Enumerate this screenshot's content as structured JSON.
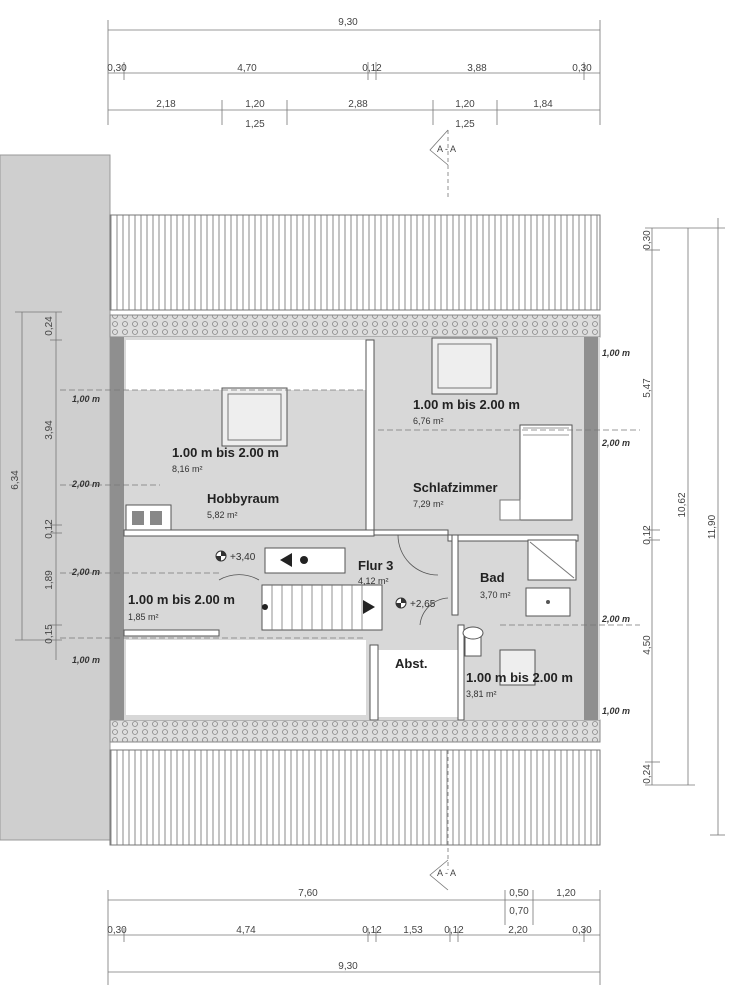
{
  "dimensions": {
    "top_total": "9,30",
    "top_row1": [
      "0,30",
      "4,70",
      "0,12",
      "3,88",
      "0,30"
    ],
    "top_row2": [
      "2,18",
      "1,20",
      "2,88",
      "1,20",
      "1,84"
    ],
    "top_row2_sub": [
      "1,25",
      "1,25"
    ],
    "bottom_row1": [
      "7,60",
      "0,50",
      "1,20"
    ],
    "bottom_row1_sub": "0,70",
    "bottom_row2": [
      "0,30",
      "4,74",
      "0,12",
      "1,53",
      "0,12",
      "2,20",
      "0,30"
    ],
    "bottom_total": "9,30",
    "left_total": "6,34",
    "left_parts": [
      "0,24",
      "3,94",
      "0,12",
      "1,89",
      "0,15"
    ],
    "right_parts": [
      "0,30",
      "5,47",
      "0,12",
      "4,50",
      "0,24"
    ],
    "right_mid": "10,62",
    "right_total": "11,90"
  },
  "height_lines": {
    "left": [
      "1,00 m",
      "2,00 m",
      "2,00 m",
      "1,00 m"
    ],
    "right": [
      "1,00 m",
      "2,00 m",
      "2,00 m",
      "1,00 m"
    ]
  },
  "section_marks": [
    "A - A",
    "A - A"
  ],
  "rooms": {
    "hobby_slope": {
      "label": "1.00 m bis 2.00 m",
      "area": "8,16 m²"
    },
    "hobbyraum": {
      "label": "Hobbyraum",
      "area": "5,82 m²"
    },
    "hobby_slope_small": {
      "label": "1.00 m bis 2.00 m",
      "area": "1,85 m²"
    },
    "schlaf_slope": {
      "label": "1.00 m bis 2.00 m",
      "area": "6,76 m²"
    },
    "schlafzimmer": {
      "label": "Schlafzimmer",
      "area": "7,29 m²"
    },
    "flur": {
      "label": "Flur 3",
      "area": "4,12 m²"
    },
    "bad": {
      "label": "Bad",
      "area": "3,70 m²"
    },
    "bad_slope": {
      "label": "1.00 m bis 2.00 m",
      "area": "3,81 m²"
    },
    "abst": {
      "label": "Abst."
    }
  },
  "levels": [
    "+3,40",
    "+2,65"
  ]
}
